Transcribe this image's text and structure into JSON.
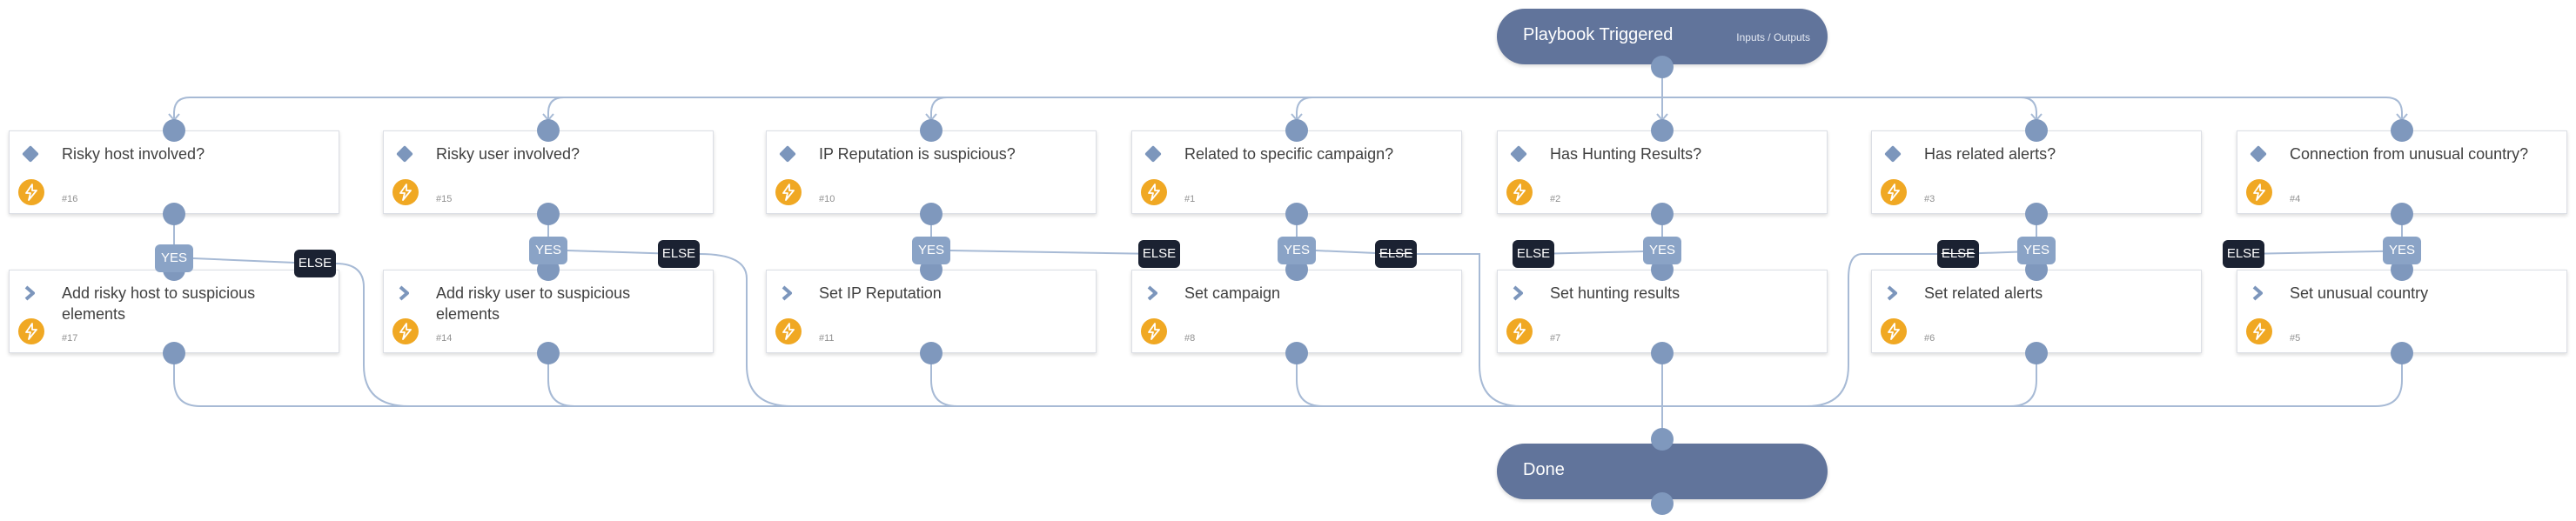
{
  "start": {
    "title": "Playbook Triggered",
    "subtitle": "Inputs / Outputs"
  },
  "end": {
    "title": "Done"
  },
  "branch_labels": {
    "yes": "YES",
    "else": "ELSE"
  },
  "conditions": [
    {
      "title": "Risky host involved?",
      "id": "#16"
    },
    {
      "title": "Risky user involved?",
      "id": "#15"
    },
    {
      "title": "IP Reputation is suspicious?",
      "id": "#10"
    },
    {
      "title": "Related to specific campaign?",
      "id": "#1"
    },
    {
      "title": "Has Hunting Results?",
      "id": "#2"
    },
    {
      "title": "Has related alerts?",
      "id": "#3"
    },
    {
      "title": "Connection from unusual country?",
      "id": "#4"
    }
  ],
  "tasks": [
    {
      "title": "Add risky host to suspicious elements",
      "id": "#17"
    },
    {
      "title": "Add risky user to suspicious elements",
      "id": "#14"
    },
    {
      "title": "Set IP Reputation",
      "id": "#11"
    },
    {
      "title": "Set campaign",
      "id": "#8"
    },
    {
      "title": "Set hunting results",
      "id": "#7"
    },
    {
      "title": "Set related alerts",
      "id": "#6"
    },
    {
      "title": "Set unusual country",
      "id": "#5"
    }
  ],
  "colors": {
    "node_fill": "#61749b",
    "port": "#7f98bd",
    "wire": "#a7bad5",
    "yes_tag": "#8aa3c6",
    "else_tag": "#1b2232",
    "condition_icon": "#7c96bc",
    "task_icon": "#7c96bc",
    "bolt": "#f0a823"
  },
  "icons": {
    "condition": "diamond-icon",
    "task": "chevron-right-icon",
    "automation": "lightning-bolt-icon"
  }
}
